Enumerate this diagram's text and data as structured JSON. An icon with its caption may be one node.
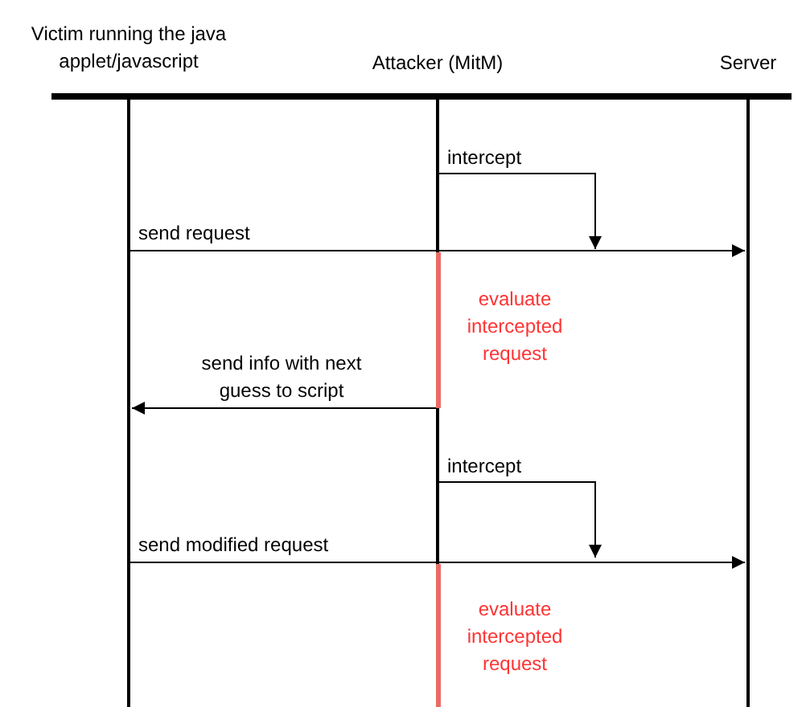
{
  "diagram": {
    "nodes": [
      {
        "text": [
          "Victim running the java applet/javascript"
        ]
      },
      {
        "text": [
          "Attacker (MitM)"
        ]
      },
      {
        "text": [
          "Server"
        ]
      }
    ],
    "edges": [
      {
        "from": 1,
        "to": null,
        "arrow": "to",
        "label": "intercept"
      },
      {
        "from": 0,
        "to": 2,
        "arrow": "to",
        "label": "send request"
      },
      {
        "from": 1,
        "to": 0,
        "arrow": "to",
        "label": "send info with next guess to script"
      },
      {
        "from": 1,
        "to": null,
        "arrow": "to",
        "label": "intercept"
      },
      {
        "from": 0,
        "to": 2,
        "arrow": "to",
        "label": "send modified request"
      }
    ],
    "labels": [
      "evaluate intercepted request",
      "evaluate intercepted request"
    ]
  }
}
